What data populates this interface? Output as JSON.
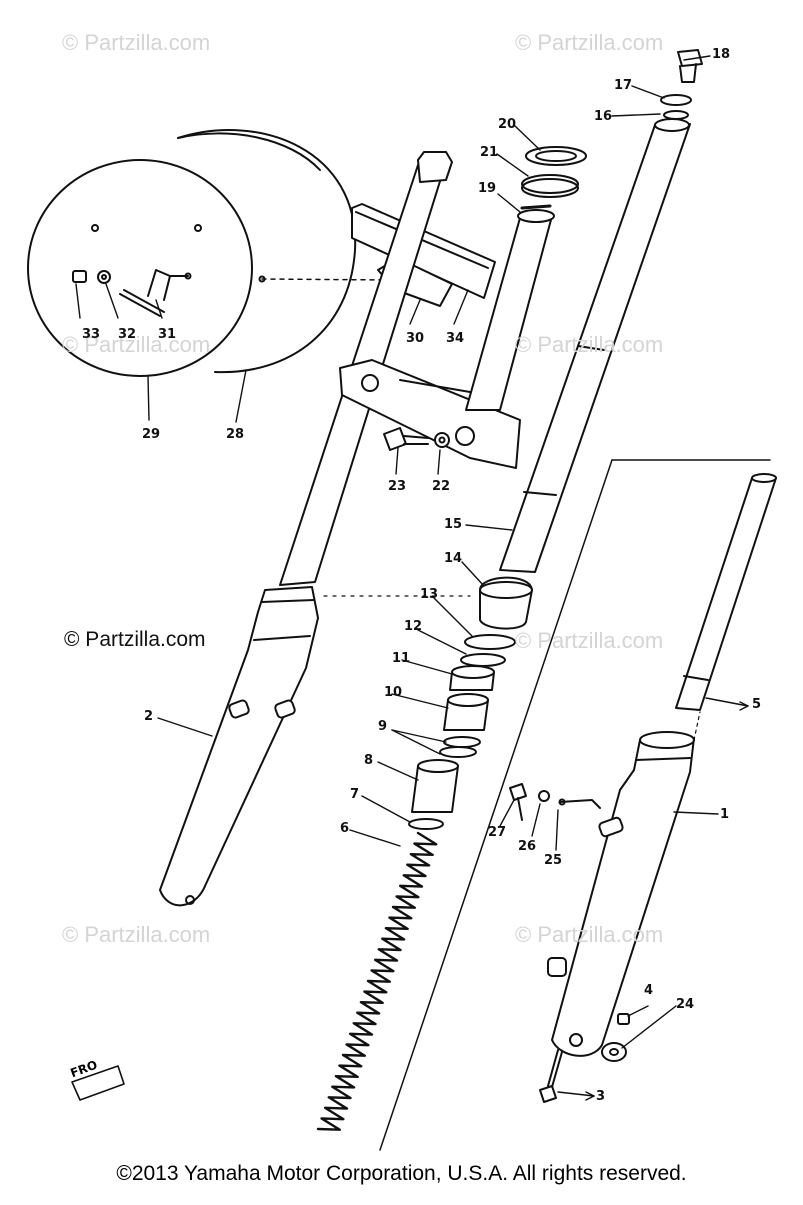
{
  "watermark": {
    "text": "© Partzilla.com"
  },
  "badge": {
    "text": "FRO"
  },
  "footer": {
    "text": "©2013 Yamaha Motor Corporation, U.S.A. All rights reserved."
  },
  "callouts": {
    "p1": "1",
    "p2": "2",
    "p3": "3",
    "p4": "4",
    "p5": "5",
    "p6": "6",
    "p7": "7",
    "p8": "8",
    "p9": "9",
    "p10": "10",
    "p11": "11",
    "p12": "12",
    "p13": "13",
    "p14": "14",
    "p15": "15",
    "p16": "16",
    "p17": "17",
    "p18": "18",
    "p19": "19",
    "p20": "20",
    "p21": "21",
    "p22": "22",
    "p23": "23",
    "p24": "24",
    "p25": "25",
    "p26": "26",
    "p27": "27",
    "p28": "28",
    "p29": "29",
    "p30": "30",
    "p31": "31",
    "p32": "32",
    "p33": "33",
    "p34": "34"
  }
}
